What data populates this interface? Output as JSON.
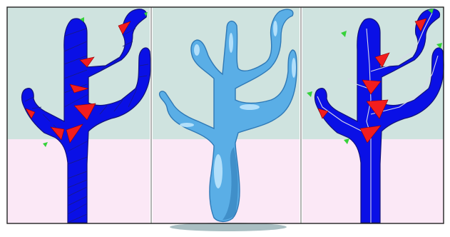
{
  "figure": {
    "panels": [
      {
        "name": "triangulated-skeleton-shape",
        "description_free": true
      },
      {
        "name": "smooth-rendered-shape",
        "description_free": true
      },
      {
        "name": "skeleton-graph-shape",
        "description_free": true
      }
    ]
  },
  "colors": {
    "background_upper": "#cfe3df",
    "background_lower": "#fbe8f6",
    "mesh_blue": "#0a10e6",
    "mesh_edge": "#1a1a80",
    "junction_red": "#f21d1d",
    "endpoint_green": "#36d23a",
    "smooth_blue": "#5aaee6",
    "smooth_highlight": "#c9ecff",
    "shadow": "#9ab3b7",
    "skeleton_line": "#d8d8e8"
  }
}
